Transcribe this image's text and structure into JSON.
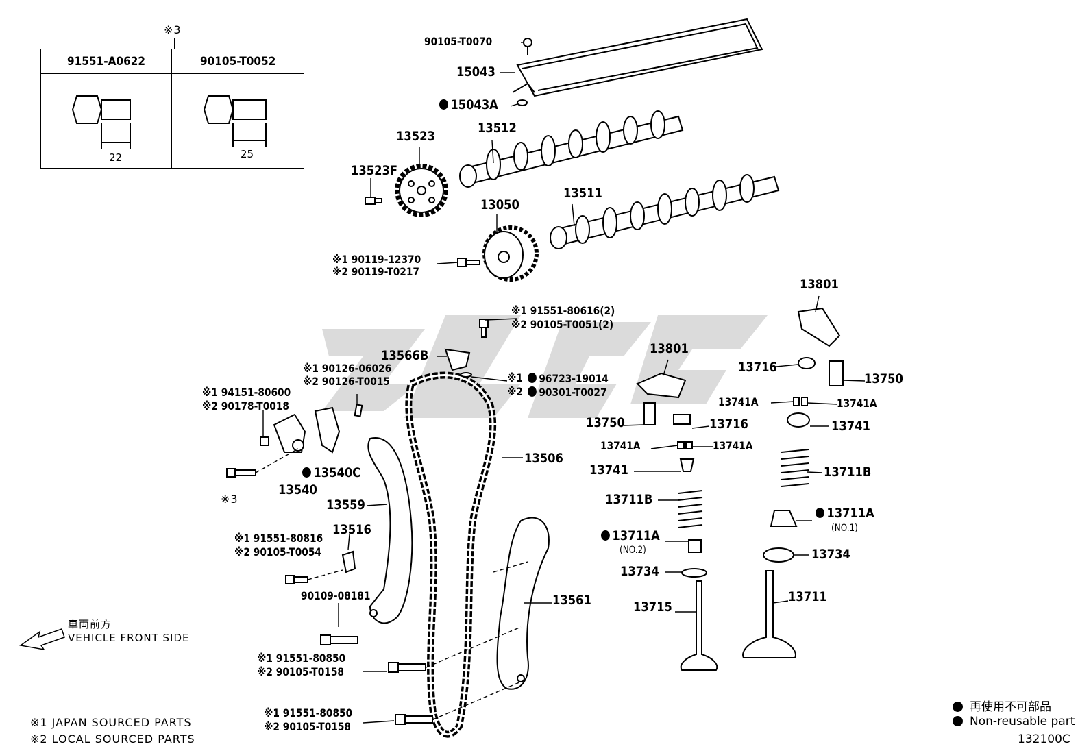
{
  "title_mark": "※3",
  "table": {
    "col1_part": "91551-A0622",
    "col2_part": "90105-T0052",
    "col1_dim": "22",
    "col2_dim": "25"
  },
  "parts": {
    "p90105_T0070": "90105-T0070",
    "p15043": "15043",
    "p15043A": "15043A",
    "p13512": "13512",
    "p13523": "13523",
    "p13523F": "13523F",
    "p13050": "13050",
    "p13511": "13511",
    "p90119_12370": "※1 90119-12370",
    "p90119_T0217": "※2 90119-T0217",
    "p13801_a": "13801",
    "p91551_80616": "※1 91551-80616(2)",
    "p90105_T0051": "※2 90105-T0051(2)",
    "p13566B": "13566B",
    "p96723": "96723-19014",
    "p96723_mark": "※1",
    "p90301": "90301-T0027",
    "p90301_mark": "※2",
    "p90126_06026": "※1 90126-06026",
    "p90126_T0015": "※2 90126-T0015",
    "p94151": "※1 94151-80600",
    "p90178": "※2 90178-T0018",
    "p13801_b": "13801",
    "p13716_a": "13716",
    "p13750_a": "13750",
    "p13741A_a": "13741A",
    "p13741A_b": "13741A",
    "p13750_b": "13750",
    "p13716_b": "13716",
    "p13741_a": "13741",
    "p13741A_c": "13741A",
    "p13741A_d": "13741A",
    "p13506": "13506",
    "p13540C": "13540C",
    "p13540": "13540",
    "p13741_b": "13741",
    "p13711B_a": "13711B",
    "p13711B_b": "13711B",
    "p13559": "13559",
    "p13711A_a": "13711A",
    "p13711A_no1": "(NO.1)",
    "p13711A_b": "13711A",
    "p13711A_no2": "(NO.2)",
    "p13516": "13516",
    "p91551_80816": "※1 91551-80816",
    "p90105_T0054": "※2 90105-T0054",
    "p13734_a": "13734",
    "p13734_b": "13734",
    "p13561": "13561",
    "p90109": "90109-08181",
    "p13711": "13711",
    "p13715": "13715",
    "p91551_80850_a": "※1 91551-80850",
    "p90105_T0158_a": "※2 90105-T0158",
    "p91551_80850_b": "※1 91551-80850",
    "p90105_T0158_b": "※2 90105-T0158",
    "mark3": "※3"
  },
  "direction": {
    "jp": "車両前方",
    "en": "VEHICLE FRONT SIDE"
  },
  "notes": {
    "note1": "※1 JAPAN SOURCED PARTS",
    "note2": "※2 LOCAL SOURCED PARTS"
  },
  "legend": {
    "jp": "再使用不可部品",
    "en": "Non-reusable part"
  },
  "figure_code": "132100C"
}
